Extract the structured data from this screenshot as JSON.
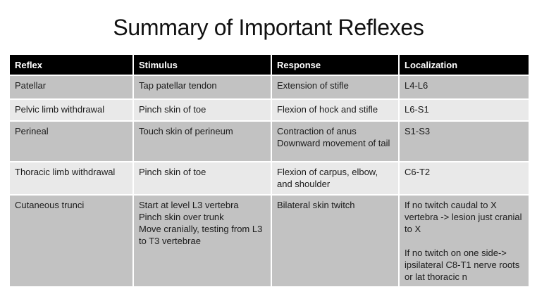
{
  "title": "Summary of Important Reflexes",
  "colors": {
    "header_bg": "#000000",
    "header_text": "#ffffff",
    "row_dark": "#c2c2c2",
    "row_light": "#e9e9e9",
    "body_text": "#1b1b1b",
    "grid_line": "#ffffff",
    "page_bg": "#ffffff"
  },
  "table": {
    "headers": [
      "Reflex",
      "Stimulus",
      "Response",
      "Localization"
    ],
    "rows": [
      {
        "cells": [
          "Patellar",
          "Tap patellar tendon",
          "Extension of stifle",
          "L4-L6"
        ]
      },
      {
        "cells": [
          "Pelvic limb withdrawal",
          "Pinch skin of toe",
          "Flexion of hock and stifle",
          "L6-S1"
        ]
      },
      {
        "cells": [
          "Perineal",
          "Touch skin of perineum",
          "Contraction of anus\nDownward movement of tail",
          "S1-S3"
        ]
      },
      {
        "cells": [
          "Thoracic limb withdrawal",
          "Pinch skin of toe",
          "Flexion of carpus, elbow, and shoulder",
          "C6-T2"
        ]
      },
      {
        "cells": [
          "Cutaneous trunci",
          "Start at level L3 vertebra\nPinch skin over trunk\nMove cranially, testing from L3 to T3 vertebrae",
          "Bilateral skin twitch",
          "If no twitch caudal to X vertebra -> lesion just cranial to X\n\nIf no twitch on one side-> ipsilateral C8-T1 nerve roots or lat thoracic n"
        ]
      }
    ]
  }
}
